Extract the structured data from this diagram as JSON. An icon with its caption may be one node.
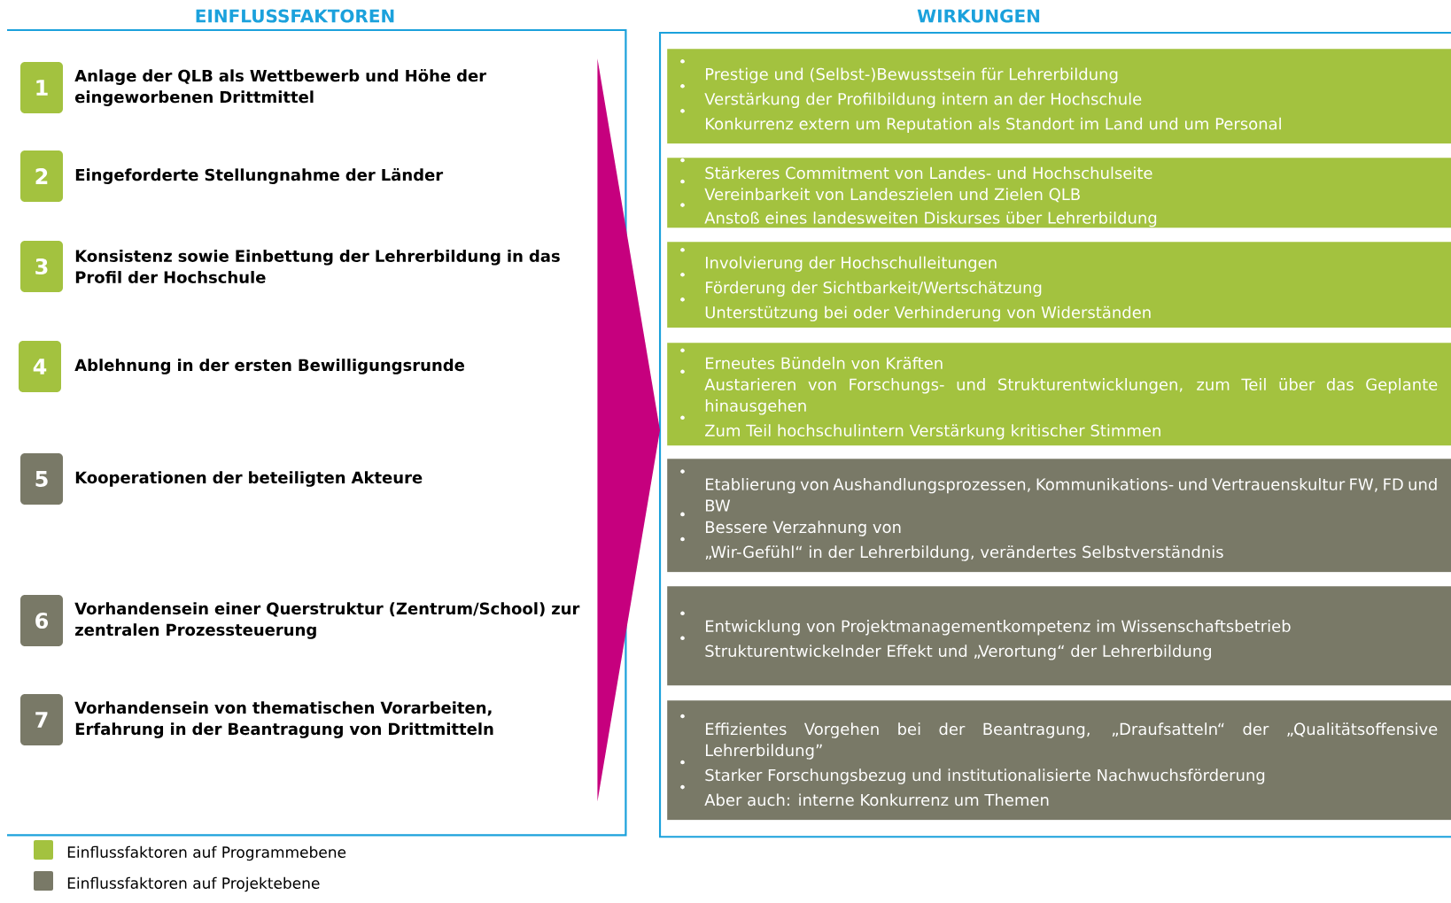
{
  "diagram": {
    "nodes": [
      {
        "text": [
          "EINFLUSSFAKTOREN"
        ]
      },
      {
        "text": [
          "1"
        ],
        "beside": [
          "Anlage der QLB als Wettbewerb und Höhe der eingeworbenen Drittmittel"
        ],
        "in": 0
      },
      {
        "text": [
          "2"
        ],
        "beside": [
          "Eingeforderte Stellungnahme der Länder"
        ],
        "in": 0
      },
      {
        "text": [
          "3"
        ],
        "beside": [
          "Konsistenz sowie Einbettung der Lehrerbildung in das Profil der Hochschule"
        ],
        "in": 0
      },
      {
        "text": [
          "4"
        ],
        "beside": [
          "Ablehnung in der ersten Bewilligungsrunde"
        ],
        "in": 0
      },
      {
        "text": [
          "5"
        ],
        "beside": [
          "Kooperationen der beteiligten Akteure"
        ],
        "in": 0
      },
      {
        "text": [
          "6"
        ],
        "beside": [
          "Vorhandensein einer Querstruktur (Zentrum/School) zur zentralen Prozessteuerung"
        ],
        "in": 0
      },
      {
        "text": [
          "7"
        ],
        "beside": [
          "Vorhandensein von thematischen Vorarbeiten, Erfahrung in der Beantragung von Drittmitteln"
        ],
        "in": 0
      },
      {
        "text": [
          "WIRKUNGEN"
        ]
      },
      {
        "text": [
          "Prestige und (Selbst-)Bewusstsein für Lehrerbildung",
          "Verstärkung der Profilbildung intern an der Hochschule",
          "Konkurrenz extern um Reputation als Standort im Land und um Personal"
        ],
        "in": 8
      },
      {
        "text": [
          "Stärkeres Commitment von Landes- und Hochschulseite",
          "Vereinbarkeit von Landeszielen und Zielen QLB",
          "Anstoß eines landesweiten Diskurses über Lehrerbildung"
        ],
        "in": 8
      },
      {
        "text": [
          "Involvierung der Hochschulleitungen",
          "Förderung der Sichtbarkeit/Wertschätzung",
          "Unterstützung bei oder Verhinderung von Widerständen"
        ],
        "in": 8
      },
      {
        "text": [
          "Erneutes Bündeln von Kräften",
          "Austarieren von Forschungs- und Strukturentwicklungen, zum Teil über das Geplante hinausgehen",
          "Zum Teil hochschulintern Verstärkung kritischer Stimmen"
        ],
        "in": 8
      },
      {
        "text": [
          "Etablierung von Aushandlungsprozessen, Kommunikations- und Vertrauenskultur FW, FD und BW",
          "Bessere Verzahnung von",
          "„Wir-Gefühl“ in der Lehrerbildung, verändertes Selbstverständnis"
        ],
        "in": 8
      },
      {
        "text": [
          "Entwicklung von Projektmanagementkompetenz im Wissenschaftsbetrieb",
          "Strukturentwickelnder Effekt und „Verortung“ der Lehrerbildung"
        ],
        "in": 8
      },
      {
        "text": [
          "Effizientes Vorgehen bei der Beantragung, „Draufsatteln“ der „Qualitätsoffensive Lehrerbildung”",
          "Starker Forschungsbezug und institutionalisierte Nachwuchsförderung",
          "Aber auch: interne Konkurrenz um Themen"
        ],
        "in": 8
      }
    ],
    "edges": [
      {
        "from": 0,
        "to": 8,
        "arrow": "to"
      }
    ],
    "legend": [
      {
        "text": "Einflussfaktoren auf Programmebene",
        "color": "#a3c23f"
      },
      {
        "text": "Einflussfaktoren auf Projektebene",
        "color": "#797967"
      }
    ]
  }
}
